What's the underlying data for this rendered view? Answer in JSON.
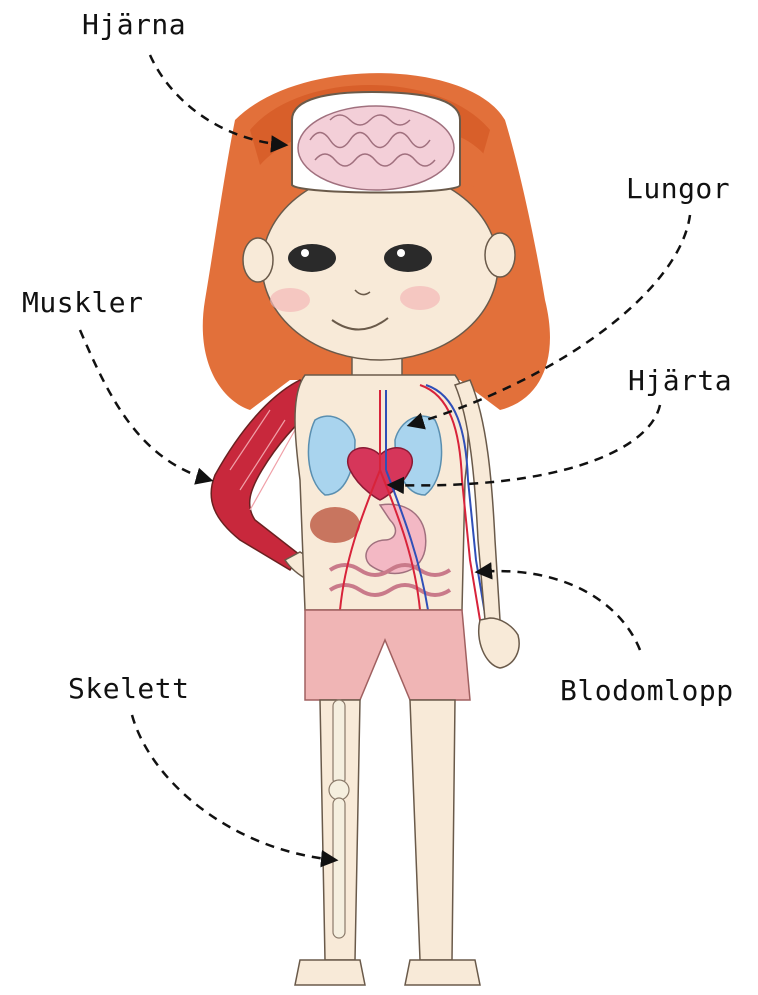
{
  "labels": {
    "brain": "Hjärna",
    "lungs": "Lungor",
    "muscles": "Muskler",
    "heart": "Hjärta",
    "skeleton": "Skelett",
    "circulation": "Blodomlopp"
  },
  "colors": {
    "hair": "#e2703a",
    "skin": "#f8ead8",
    "muscle": "#c8283c",
    "lungs": "#a9d4ee",
    "heart": "#d6365a",
    "shorts": "#f0b5b5",
    "bone": "#f5efdf",
    "artery": "#d8233a",
    "vein": "#2f4fb8",
    "arrow": "#111111"
  }
}
